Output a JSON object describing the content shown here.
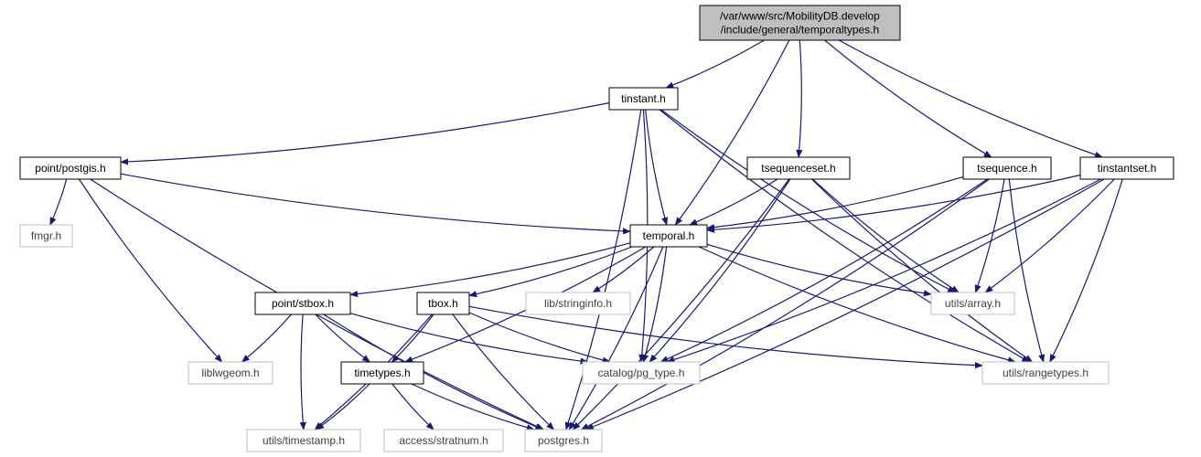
{
  "diagram": {
    "nodes": [
      {
        "id": "root",
        "lines": [
          "/var/www/src/MobilityDB.develop",
          "/include/general/temporaltypes.h"
        ],
        "style": "root"
      },
      {
        "id": "tinstant",
        "lines": [
          "tinstant.h"
        ],
        "style": "normal"
      },
      {
        "id": "postgis",
        "lines": [
          "point/postgis.h"
        ],
        "style": "normal"
      },
      {
        "id": "tsequenceset",
        "lines": [
          "tsequenceset.h"
        ],
        "style": "normal"
      },
      {
        "id": "tsequence",
        "lines": [
          "tsequence.h"
        ],
        "style": "normal"
      },
      {
        "id": "tinstantset",
        "lines": [
          "tinstantset.h"
        ],
        "style": "normal"
      },
      {
        "id": "fmgr",
        "lines": [
          "fmgr.h"
        ],
        "style": "external"
      },
      {
        "id": "temporal",
        "lines": [
          "temporal.h"
        ],
        "style": "normal"
      },
      {
        "id": "stbox",
        "lines": [
          "point/stbox.h"
        ],
        "style": "normal"
      },
      {
        "id": "tbox",
        "lines": [
          "tbox.h"
        ],
        "style": "normal"
      },
      {
        "id": "stringinfo",
        "lines": [
          "lib/stringinfo.h"
        ],
        "style": "external"
      },
      {
        "id": "array",
        "lines": [
          "utils/array.h"
        ],
        "style": "external"
      },
      {
        "id": "liblwgeom",
        "lines": [
          "liblwgeom.h"
        ],
        "style": "external"
      },
      {
        "id": "timetypes",
        "lines": [
          "timetypes.h"
        ],
        "style": "normal"
      },
      {
        "id": "pgtype",
        "lines": [
          "catalog/pg_type.h"
        ],
        "style": "external"
      },
      {
        "id": "rangetypes",
        "lines": [
          "utils/rangetypes.h"
        ],
        "style": "external"
      },
      {
        "id": "timestamp",
        "lines": [
          "utils/timestamp.h"
        ],
        "style": "external"
      },
      {
        "id": "stratnum",
        "lines": [
          "access/stratnum.h"
        ],
        "style": "external"
      },
      {
        "id": "postgres",
        "lines": [
          "postgres.h"
        ],
        "style": "external"
      }
    ],
    "edges": [
      [
        "root",
        "tinstant"
      ],
      [
        "root",
        "temporal"
      ],
      [
        "root",
        "tsequenceset"
      ],
      [
        "root",
        "tsequence"
      ],
      [
        "root",
        "tinstantset"
      ],
      [
        "tinstant",
        "postgis"
      ],
      [
        "tinstant",
        "temporal"
      ],
      [
        "tinstant",
        "array"
      ],
      [
        "tinstant",
        "pgtype"
      ],
      [
        "tinstant",
        "rangetypes"
      ],
      [
        "tinstant",
        "postgres"
      ],
      [
        "postgis",
        "fmgr"
      ],
      [
        "postgis",
        "liblwgeom"
      ],
      [
        "postgis",
        "temporal"
      ],
      [
        "postgis",
        "postgres"
      ],
      [
        "tsequenceset",
        "temporal"
      ],
      [
        "tsequenceset",
        "array"
      ],
      [
        "tsequenceset",
        "pgtype"
      ],
      [
        "tsequenceset",
        "rangetypes"
      ],
      [
        "tsequenceset",
        "postgres"
      ],
      [
        "tsequence",
        "temporal"
      ],
      [
        "tsequence",
        "array"
      ],
      [
        "tsequence",
        "pgtype"
      ],
      [
        "tsequence",
        "rangetypes"
      ],
      [
        "tsequence",
        "postgres"
      ],
      [
        "tinstantset",
        "temporal"
      ],
      [
        "tinstantset",
        "array"
      ],
      [
        "tinstantset",
        "pgtype"
      ],
      [
        "tinstantset",
        "rangetypes"
      ],
      [
        "tinstantset",
        "postgres"
      ],
      [
        "temporal",
        "stbox"
      ],
      [
        "temporal",
        "tbox"
      ],
      [
        "temporal",
        "stringinfo"
      ],
      [
        "temporal",
        "array"
      ],
      [
        "temporal",
        "timetypes"
      ],
      [
        "temporal",
        "pgtype"
      ],
      [
        "temporal",
        "rangetypes"
      ],
      [
        "temporal",
        "postgres"
      ],
      [
        "stbox",
        "liblwgeom"
      ],
      [
        "stbox",
        "timetypes"
      ],
      [
        "stbox",
        "pgtype"
      ],
      [
        "stbox",
        "timestamp"
      ],
      [
        "stbox",
        "postgres"
      ],
      [
        "tbox",
        "timetypes"
      ],
      [
        "tbox",
        "pgtype"
      ],
      [
        "tbox",
        "rangetypes"
      ],
      [
        "tbox",
        "timestamp"
      ],
      [
        "tbox",
        "postgres"
      ],
      [
        "timetypes",
        "timestamp"
      ],
      [
        "timetypes",
        "stratnum"
      ],
      [
        "timetypes",
        "postgres"
      ]
    ],
    "colors": {
      "edge": "#191970",
      "root_fill": "#bfbfbf",
      "normal_border": "#000000",
      "external_border": "#bfbfbf",
      "external_text": "#404040",
      "text": "#000000"
    }
  }
}
